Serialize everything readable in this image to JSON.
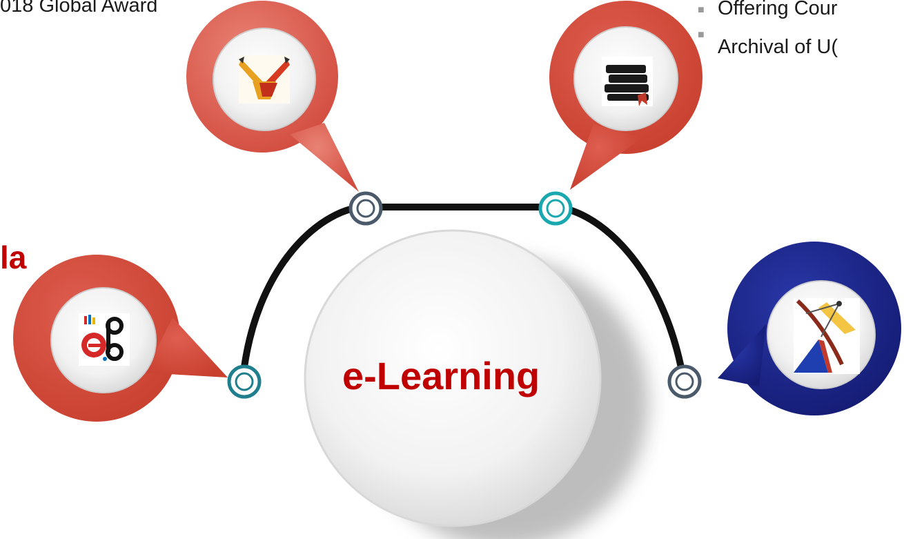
{
  "top_left_text": "018 Global Award",
  "top_right_list": [
    "Offering Cour",
    "Archival of U("
  ],
  "left_heading": "la",
  "center_label": "e-Learning",
  "colors": {
    "bubble_red": "#d9534a",
    "bubble_red_light": "#e57a6c",
    "bubble_navy": "#1f2a8c",
    "arc": "#111111",
    "ring_teal": "#1aa8b0",
    "ring_slate": "#4a5a6a",
    "title_red": "#c00000"
  },
  "icons": [
    "handshake-pencil-icon",
    "books-icon",
    "epg-logo-icon",
    "satellite-dish-icon"
  ]
}
